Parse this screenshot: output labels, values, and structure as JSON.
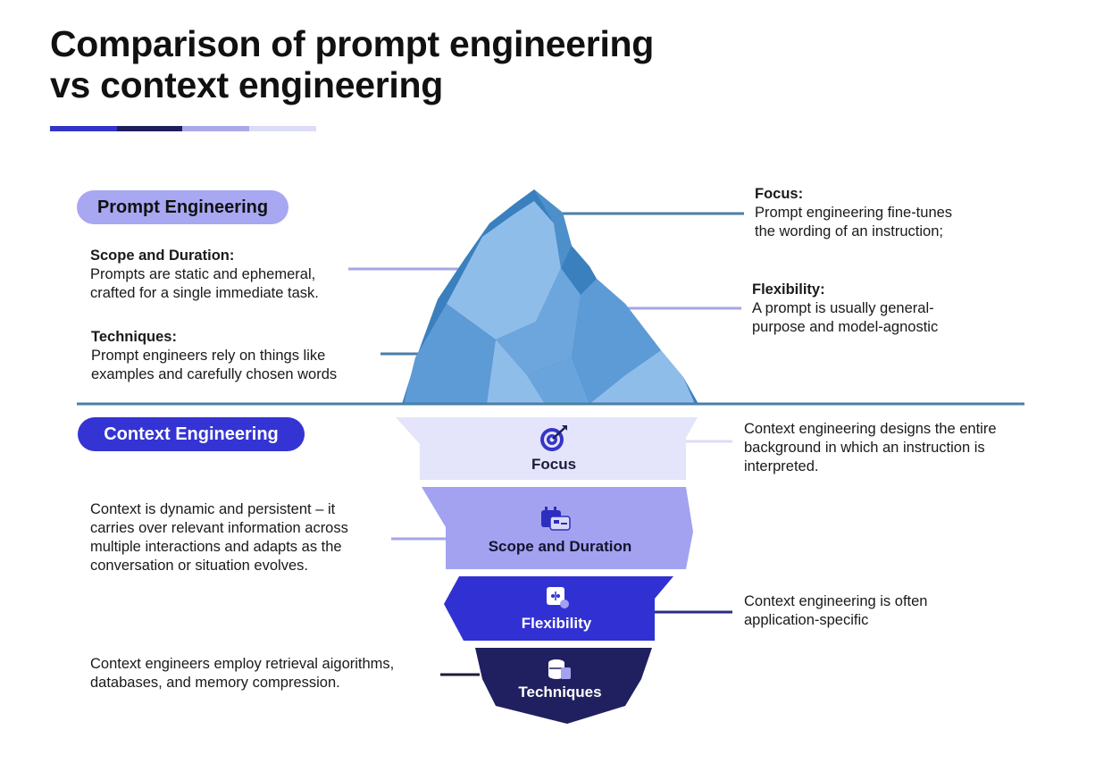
{
  "title": {
    "line1": "Comparison of prompt engineering",
    "line2": "vs context engineering"
  },
  "accent_colors": [
    "#3333c8",
    "#1e1e5a",
    "#a9a9e8",
    "#dcdcf6"
  ],
  "prompt_engineering": {
    "label": "Prompt Engineering",
    "scope": {
      "heading": "Scope and Duration:",
      "line1": "Prompts are static and ephemeral,",
      "line2": "crafted for a single immediate task."
    },
    "techniques": {
      "heading": "Techniques:",
      "line1": "Prompt engineers rely on things like",
      "line2": "examples and carefully chosen words"
    },
    "focus": {
      "heading": "Focus:",
      "line1": "Prompt engineering fine-tunes",
      "line2": "the wording of an instruction;"
    },
    "flexibility": {
      "heading": "Flexibility:",
      "line1": "A prompt is usually general-",
      "line2": "purpose and model-agnostic"
    }
  },
  "context_engineering": {
    "label": "Context Engineering",
    "focus_note": {
      "line1": "Context engineering designs the entire",
      "line2": "background in which an instruction is",
      "line3": "interpreted."
    },
    "scope_note": {
      "line1": "Context is dynamic and persistent – it",
      "line2": "carries over relevant information across",
      "line3": "multiple interactions and adapts as the",
      "line4": "conversation or situation evolves."
    },
    "flexibility_note": {
      "line1": "Context engineering is often",
      "line2": "application-specific"
    },
    "techniques_note": {
      "line1": "Context engineers employ retrieval aigorithms,",
      "line2": "databases, and memory compression."
    },
    "layers": [
      {
        "label": "Focus",
        "icon": "target-icon",
        "color": "#e4e4fb",
        "text_color": "#1c1c3c"
      },
      {
        "label": "Scope and Duration",
        "icon": "calendar-icon",
        "color": "#a2a2f1",
        "text_color": "#14142e"
      },
      {
        "label": "Flexibility",
        "icon": "flexibility-icon",
        "color": "#3131d3",
        "text_color": "#ffffff"
      },
      {
        "label": "Techniques",
        "icon": "database-icon",
        "color": "#202060",
        "text_color": "#ffffff"
      }
    ]
  },
  "iceberg_colors": {
    "dark": "#3a7fbe",
    "mid": "#5d9bd6",
    "light": "#8fbdea",
    "waterline": "#4a7fa6"
  }
}
